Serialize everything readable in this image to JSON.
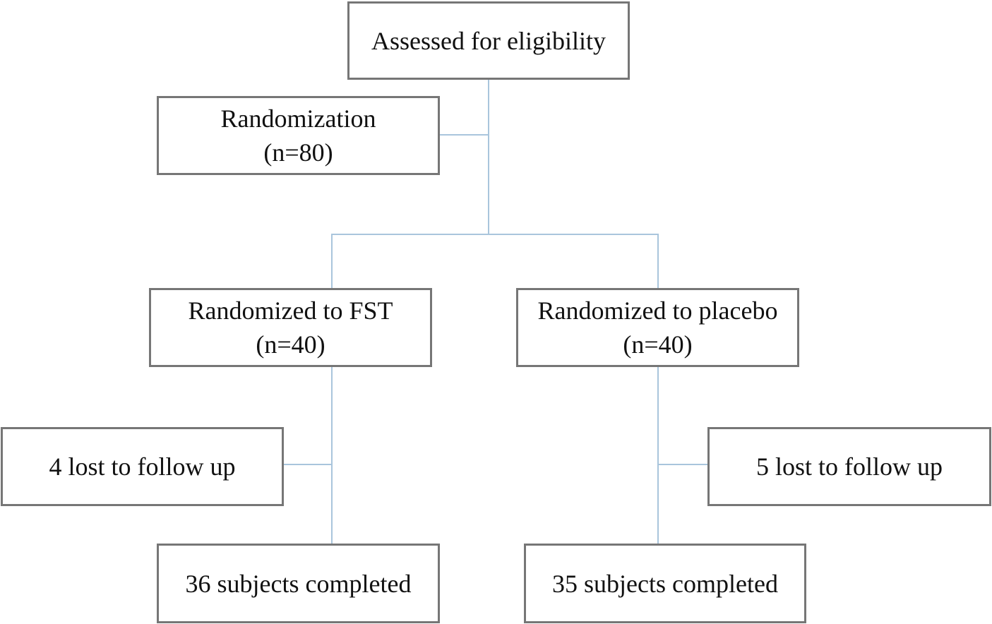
{
  "flowchart": {
    "nodes": {
      "assessed": {
        "line1": "Assessed for eligibility"
      },
      "randomization": {
        "line1": "Randomization",
        "line2": "(n=80)"
      },
      "fst": {
        "line1": "Randomized to FST",
        "line2": "(n=40)"
      },
      "placebo": {
        "line1": "Randomized to placebo",
        "line2": "(n=40)"
      },
      "lost_fst": {
        "line1": "4 lost to follow up"
      },
      "lost_placebo": {
        "line1": "5 lost to follow up"
      },
      "completed_fst": {
        "line1": "36 subjects completed"
      },
      "completed_placebo": {
        "line1": "35 subjects completed"
      }
    },
    "colors": {
      "connector": "#a9c5dc",
      "border": "#767676",
      "text": "#111111",
      "background": "#ffffff"
    }
  }
}
